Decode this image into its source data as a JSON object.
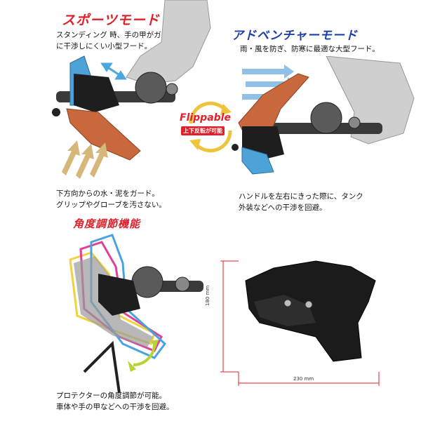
{
  "sport": {
    "title": "スポーツモード",
    "desc_line1": "スタンディング 時、手の甲がガード",
    "desc_line2": "に干渉しにくい小型フード。",
    "bottom_line1": "下方向からの水・泥をガード。",
    "bottom_line2": "グリップやグローブを汚さない。"
  },
  "adventure": {
    "title": "アドベンチャーモード",
    "desc_line1": "雨・風を防ぎ、防寒に最適な大型フード。",
    "bottom_line1": "ハンドルを左右にきった際に、タンク",
    "bottom_line2": "外装などへの干渉を回避。"
  },
  "flippable": {
    "label": "Flippable",
    "sub": "上下反転が可能"
  },
  "angle": {
    "title": "角度調節機能",
    "bottom_line1": "プロテクターの角度調節が可能。",
    "bottom_line2": "車体や手の甲などへの干渉を回避。"
  },
  "dimensions": {
    "height_label": "180 mm",
    "width_label": "230 mm"
  },
  "colors": {
    "accent_red": "#e0202a",
    "accent_blue": "#1f3fa8",
    "guard_orange": "#c8683c",
    "guard_blue": "#4da3d8"
  }
}
